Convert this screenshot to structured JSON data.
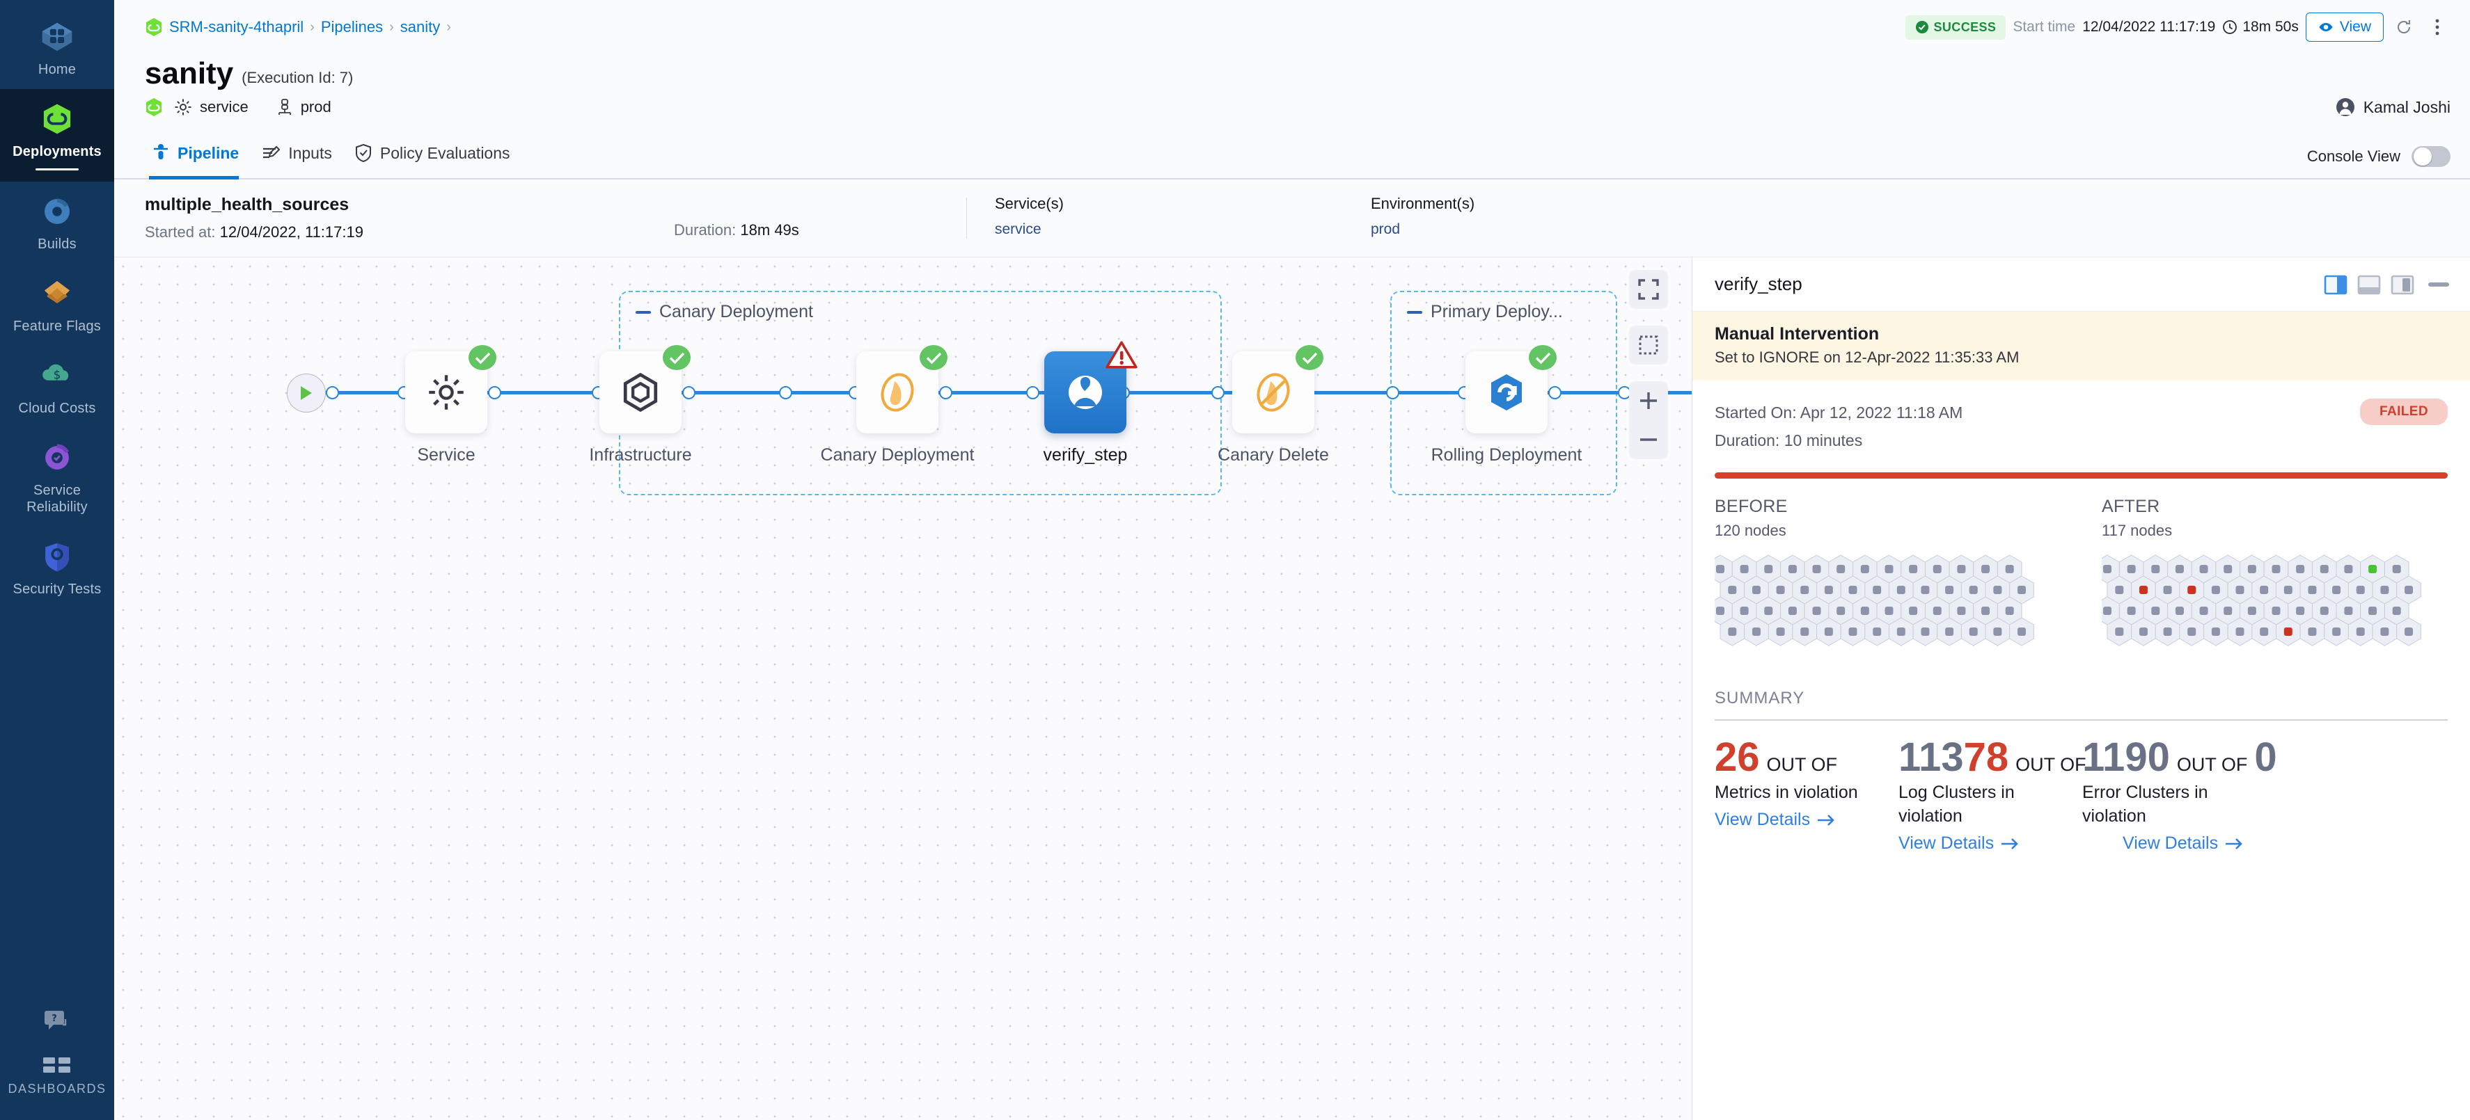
{
  "sidebar": {
    "items": [
      {
        "label": "Home",
        "icon": "home-icon",
        "active": false
      },
      {
        "label": "Deployments",
        "icon": "deployments-icon",
        "active": true
      },
      {
        "label": "Builds",
        "icon": "builds-icon",
        "active": false
      },
      {
        "label": "Feature Flags",
        "icon": "feature-flags-icon",
        "active": false
      },
      {
        "label": "Cloud Costs",
        "icon": "cloud-costs-icon",
        "active": false
      },
      {
        "label": "Service Reliability",
        "icon": "service-reliability-icon",
        "active": false
      },
      {
        "label": "Security Tests",
        "icon": "security-tests-icon",
        "active": false
      }
    ],
    "help_icon": "help-chat-icon",
    "dashboards_label": "DASHBOARDS",
    "dashboards_icon": "dashboards-grid-icon"
  },
  "header": {
    "breadcrumbs": [
      "SRM-sanity-4thapril",
      "Pipelines",
      "sanity"
    ],
    "project_icon": "harness-project-icon",
    "status": "SUCCESS",
    "status_icon": "check-circle-icon",
    "start_time_label": "Start time",
    "start_time_value": "12/04/2022 11:17:19",
    "duration_icon": "clock-icon",
    "duration_value": "18m 50s",
    "view_button": "View",
    "view_icon": "eye-icon",
    "refresh_icon": "refresh-icon",
    "more_icon": "more-vertical-icon",
    "title": "sanity",
    "execution_id": "(Execution Id: 7)",
    "service_chip": "service",
    "service_icon": "gear-icon",
    "env_chip": "prod",
    "env_icon": "infra-icon",
    "pipeline_status_icon": "harness-green-icon",
    "user_name": "Kamal Joshi",
    "user_icon": "avatar-icon"
  },
  "tabs": {
    "items": [
      {
        "label": "Pipeline",
        "icon": "pipeline-icon",
        "active": true
      },
      {
        "label": "Inputs",
        "icon": "inputs-icon",
        "active": false
      },
      {
        "label": "Policy Evaluations",
        "icon": "shield-check-icon",
        "active": false
      }
    ],
    "console_view_label": "Console View",
    "console_view_on": false
  },
  "execution": {
    "name": "multiple_health_sources",
    "started_label": "Started at:",
    "started_value": "12/04/2022, 11:17:19",
    "duration_label": "Duration:",
    "duration_value": "18m 49s",
    "services_header": "Service(s)",
    "services_value": "service",
    "environments_header": "Environment(s)",
    "environments_value": "prod"
  },
  "canvas": {
    "tools": [
      {
        "name": "fullscreen-icon"
      },
      {
        "name": "fit-to-screen-icon"
      },
      {
        "name": "zoom-in-icon"
      },
      {
        "name": "zoom-out-icon"
      }
    ],
    "start_icon": "play-icon",
    "end_icon": "stop-icon",
    "groups": [
      {
        "label": "Canary Deployment",
        "collapse_icon": "collapse-icon"
      },
      {
        "label": "Primary Deploy...",
        "collapse_icon": "collapse-icon"
      }
    ],
    "nodes": [
      {
        "label": "Service",
        "icon": "gear-icon",
        "status": "success",
        "selected": false
      },
      {
        "label": "Infrastructure",
        "icon": "hexagon-icon",
        "status": "success",
        "selected": false
      },
      {
        "label": "Canary Deployment",
        "icon": "k8s-canary-icon",
        "status": "success",
        "selected": false
      },
      {
        "label": "verify_step",
        "icon": "verify-icon",
        "status": "warning",
        "selected": true
      },
      {
        "label": "Canary Delete",
        "icon": "k8s-canary-delete-icon",
        "status": "success",
        "selected": false
      },
      {
        "label": "Rolling Deployment",
        "icon": "k8s-rolling-icon",
        "status": "success",
        "selected": false
      }
    ]
  },
  "panel": {
    "title": "verify_step",
    "layout_icons": [
      "panel-left-icon",
      "panel-bottom-icon",
      "panel-right-icon"
    ],
    "minimize_icon": "minimize-icon",
    "banner_title": "Manual Intervention",
    "banner_subtitle": "Set to IGNORE on 12-Apr-2022 11:35:33 AM",
    "started_on": "Started On: Apr 12, 2022 11:18 AM",
    "duration": "Duration: 10 minutes",
    "verdict": "FAILED",
    "before": {
      "header": "BEFORE",
      "nodes": "120 nodes"
    },
    "after": {
      "header": "AFTER",
      "nodes": "117 nodes"
    },
    "summary_header": "SUMMARY",
    "summary": [
      {
        "value": "26",
        "value_color": "red",
        "out_of_label": "OUT OF",
        "total": "",
        "description": "Metrics in violation",
        "link": "View Details",
        "link_icon": "arrow-right-icon"
      },
      {
        "value": "78",
        "value_color": "red",
        "out_of_label": "OUT OF",
        "total": "113",
        "description": "Log Clusters in violation",
        "link": "View Details",
        "link_icon": "arrow-right-icon"
      },
      {
        "value": "1190",
        "value_color": "grey",
        "out_of_label": "OUT OF",
        "total": "0",
        "description": "Error Clusters in violation",
        "link": "View Details",
        "link_icon": "arrow-right-icon"
      }
    ],
    "hex_before": {
      "rows": 4,
      "cols": 13,
      "accent": []
    },
    "hex_after": {
      "rows": 4,
      "cols": 13,
      "accent": [
        {
          "row": 0,
          "col": 11,
          "color": "#49c234"
        },
        {
          "row": 1,
          "col": 1,
          "color": "#cb3320"
        },
        {
          "row": 1,
          "col": 3,
          "color": "#cb3320"
        },
        {
          "row": 3,
          "col": 7,
          "color": "#cb3320"
        }
      ]
    }
  },
  "colors": {
    "accent": "#0078d4",
    "success": "#4caf50",
    "danger": "#d0402c",
    "nav_bg": "#12365c"
  }
}
